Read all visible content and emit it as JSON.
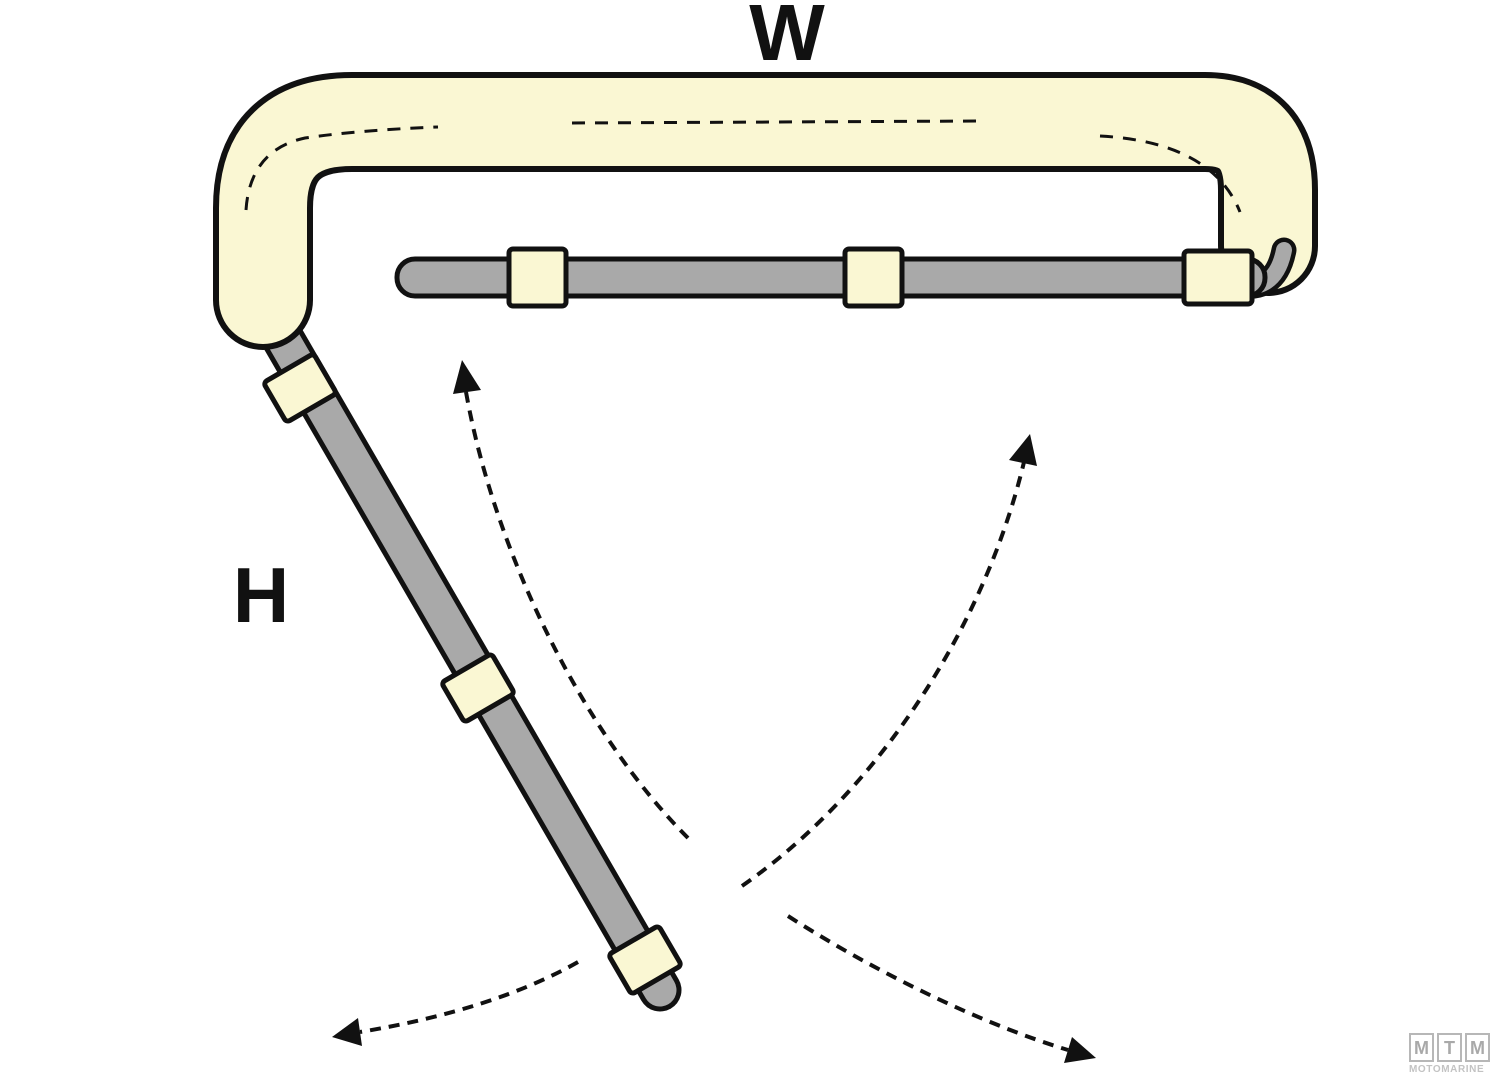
{
  "diagram": {
    "labels": {
      "width": "W",
      "height": "H"
    },
    "colors": {
      "canvas_fill": "#faf7d3",
      "pole_fill": "#a9a9a9",
      "clip_fill": "#faf7d3",
      "outline": "#111111",
      "arrow": "#111111",
      "background": "#ffffff"
    }
  },
  "logo": {
    "letters": [
      "M",
      "T",
      "M"
    ],
    "subtitle": "MOTOMARINE"
  }
}
